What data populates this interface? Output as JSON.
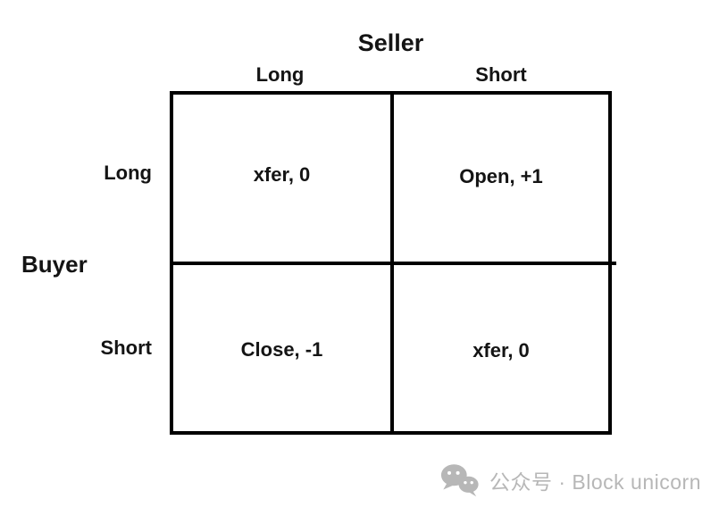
{
  "matrix": {
    "title": "Seller",
    "row_axis_label": "Buyer",
    "col_headers": [
      "Long",
      "Short"
    ],
    "row_headers": [
      "Long",
      "Short"
    ],
    "cells": [
      [
        "xfer, 0",
        "Open, +1"
      ],
      [
        "Close, -1",
        "xfer, 0"
      ]
    ]
  },
  "footer": {
    "watermark_text": "公众号 · Block unicorn",
    "icon": "wechat-icon"
  },
  "colors": {
    "line": "#000000",
    "text": "#141414",
    "watermark": "#b7b7b7",
    "background": "#ffffff"
  }
}
